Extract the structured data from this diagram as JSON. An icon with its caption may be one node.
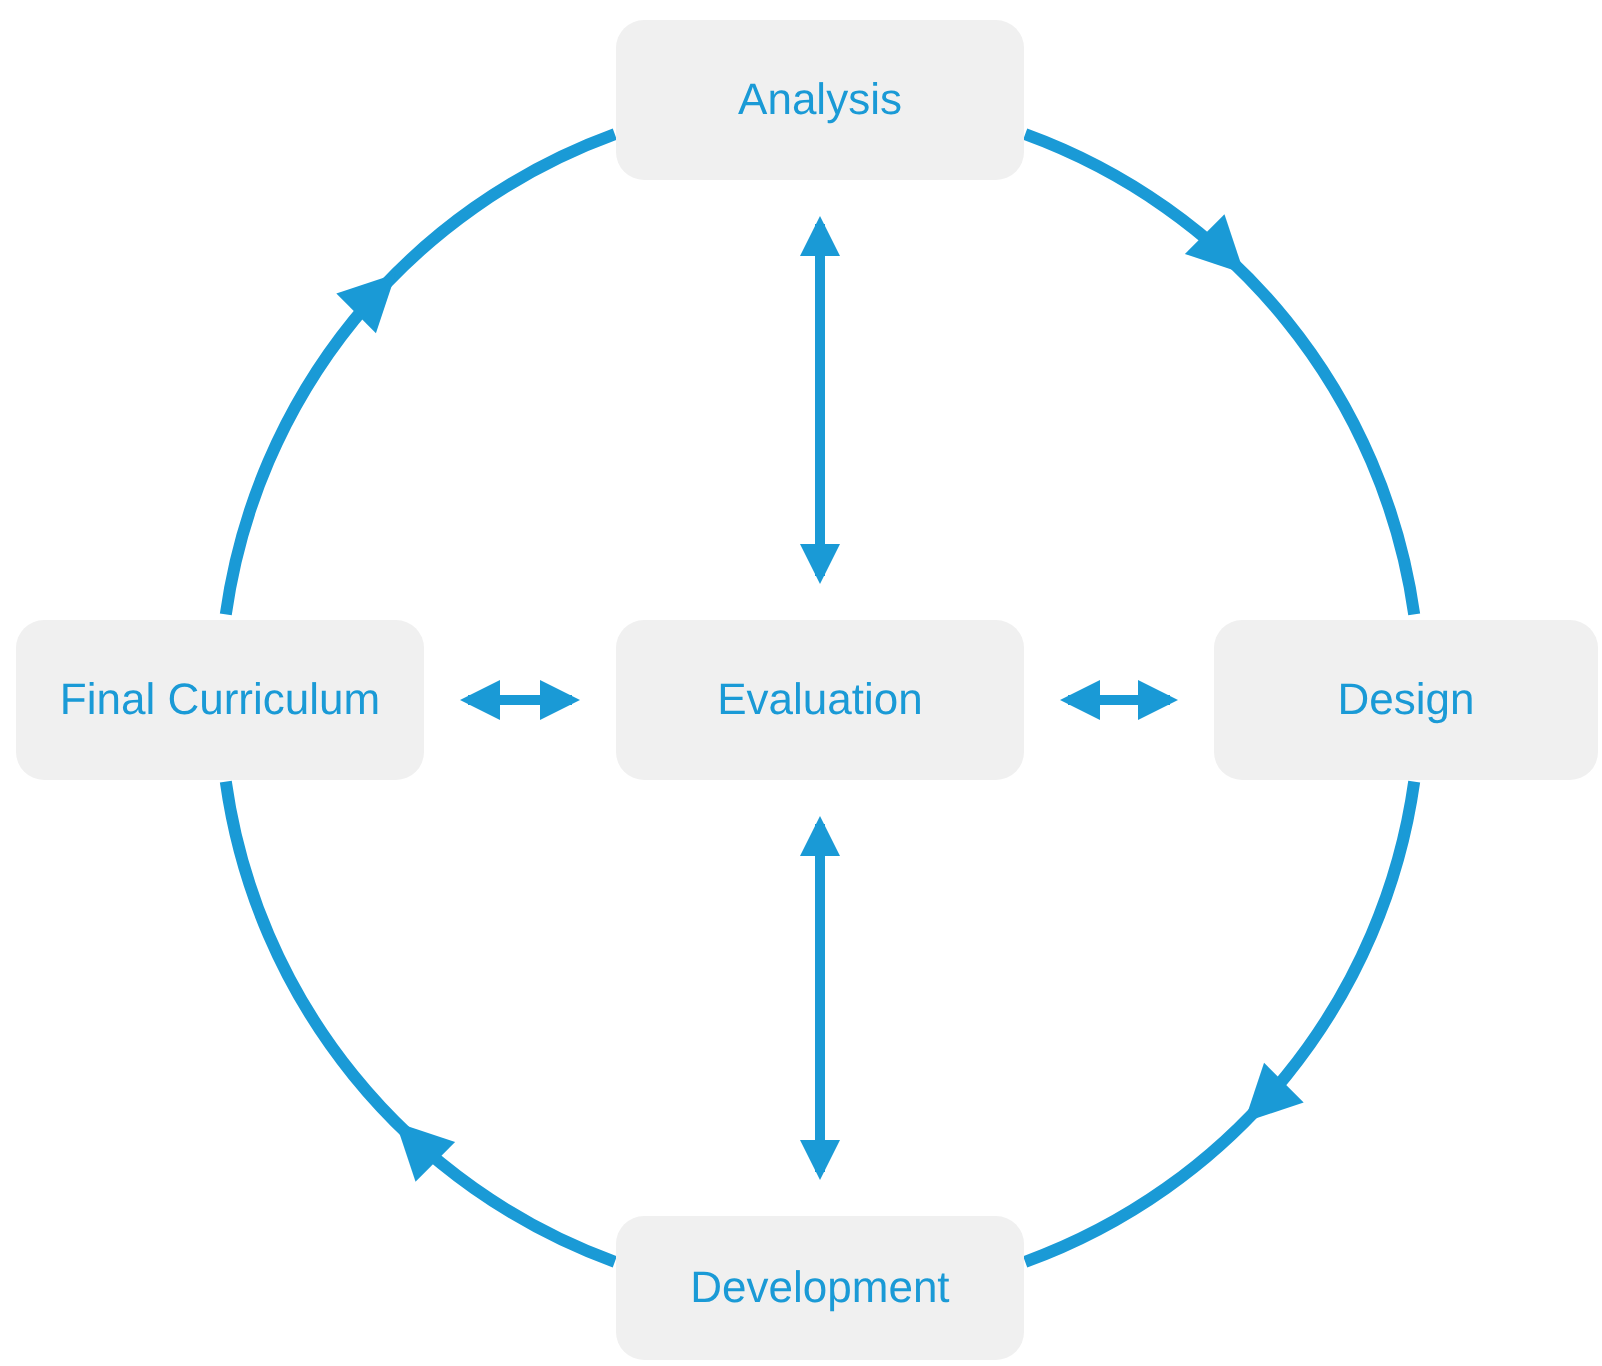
{
  "diagram": {
    "nodes": [
      {
        "text": [
          "Analysis"
        ]
      },
      {
        "text": [
          "Final Curriculum"
        ]
      },
      {
        "text": [
          "Evaluation"
        ]
      },
      {
        "text": [
          "Design"
        ]
      },
      {
        "text": [
          "Development"
        ]
      }
    ],
    "edges": [
      {
        "from": 0,
        "to": 3,
        "arrow": "to"
      },
      {
        "from": 3,
        "to": 4,
        "arrow": "to"
      },
      {
        "from": 4,
        "to": 1,
        "arrow": "to"
      },
      {
        "from": 1,
        "to": 0,
        "arrow": "to"
      },
      {
        "from": 2,
        "to": 0,
        "arrow": "both"
      },
      {
        "from": 2,
        "to": 3,
        "arrow": "both"
      },
      {
        "from": 2,
        "to": 4,
        "arrow": "both"
      },
      {
        "from": 2,
        "to": 1,
        "arrow": "both"
      }
    ]
  }
}
